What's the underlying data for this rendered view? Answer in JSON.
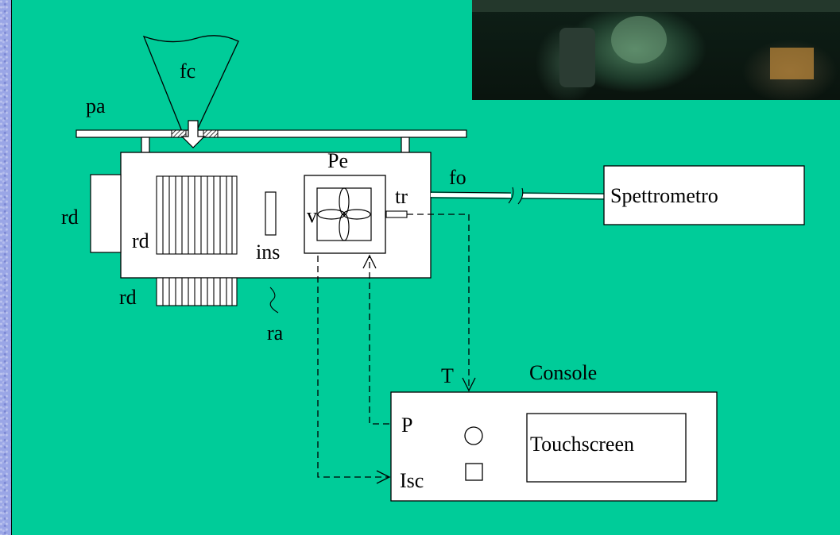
{
  "labels": {
    "fc": "fc",
    "pa": "pa",
    "pe": "Pe",
    "fo": "fo",
    "spectrometer": "Spettrometro",
    "rd_left": "rd",
    "rd_inner": "rd",
    "rd_bottom": "rd",
    "v": "v",
    "tr": "tr",
    "ins": "ins",
    "ra": "ra",
    "t": "T",
    "console": "Console",
    "p": "P",
    "isc": "Isc",
    "touchscreen": "Touchscreen"
  }
}
